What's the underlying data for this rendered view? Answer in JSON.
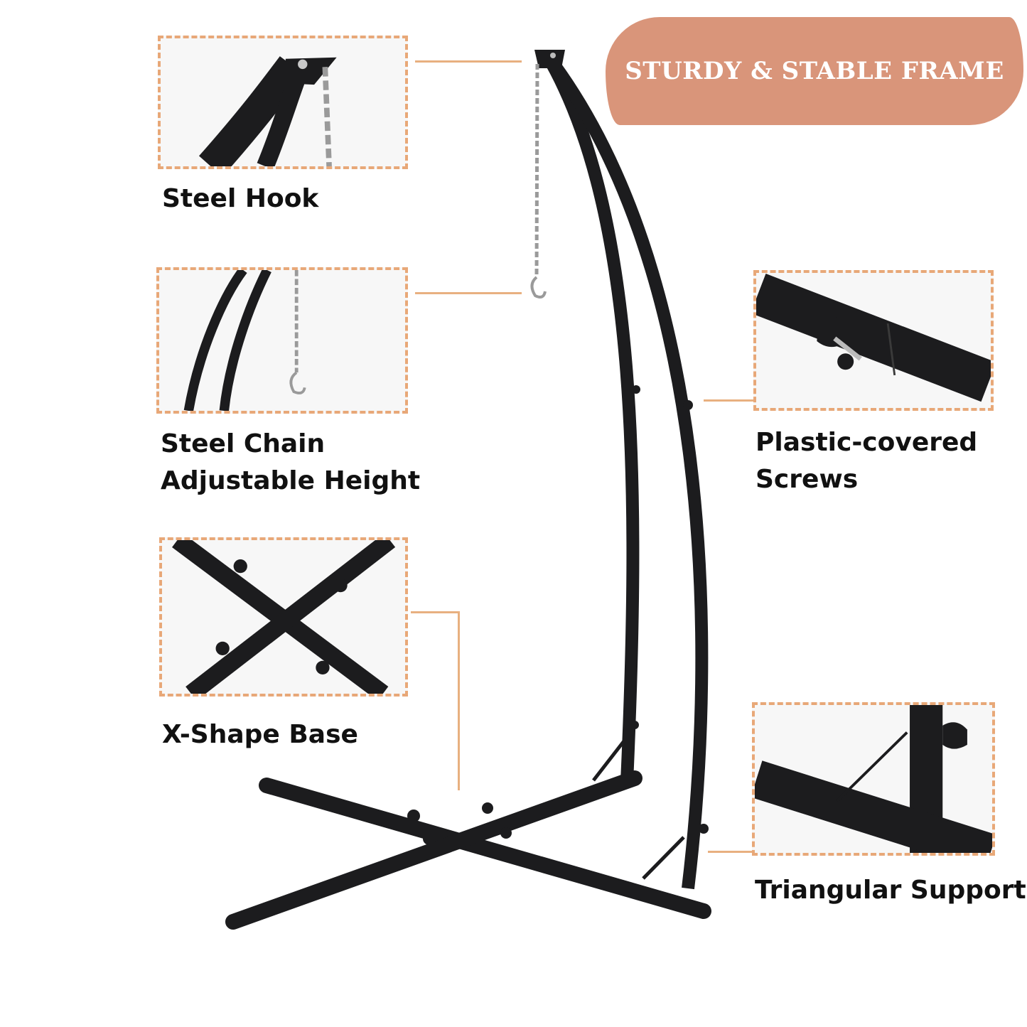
{
  "banner": {
    "title": "STURDY & STABLE FRAME"
  },
  "features": {
    "steel_hook": {
      "label": "Steel Hook"
    },
    "steel_chain": {
      "label_line1": "Steel Chain",
      "label_line2": "Adjustable Height"
    },
    "x_base": {
      "label": "X-Shape Base"
    },
    "screws": {
      "label_line1": "Plastic-covered",
      "label_line2": "Screws"
    },
    "triangular": {
      "label": "Triangular Support"
    }
  },
  "colors": {
    "banner": "#d9957a",
    "frame_dash": "#e8a878",
    "steel": "#1c1c1e",
    "connector": "#e8b080"
  }
}
